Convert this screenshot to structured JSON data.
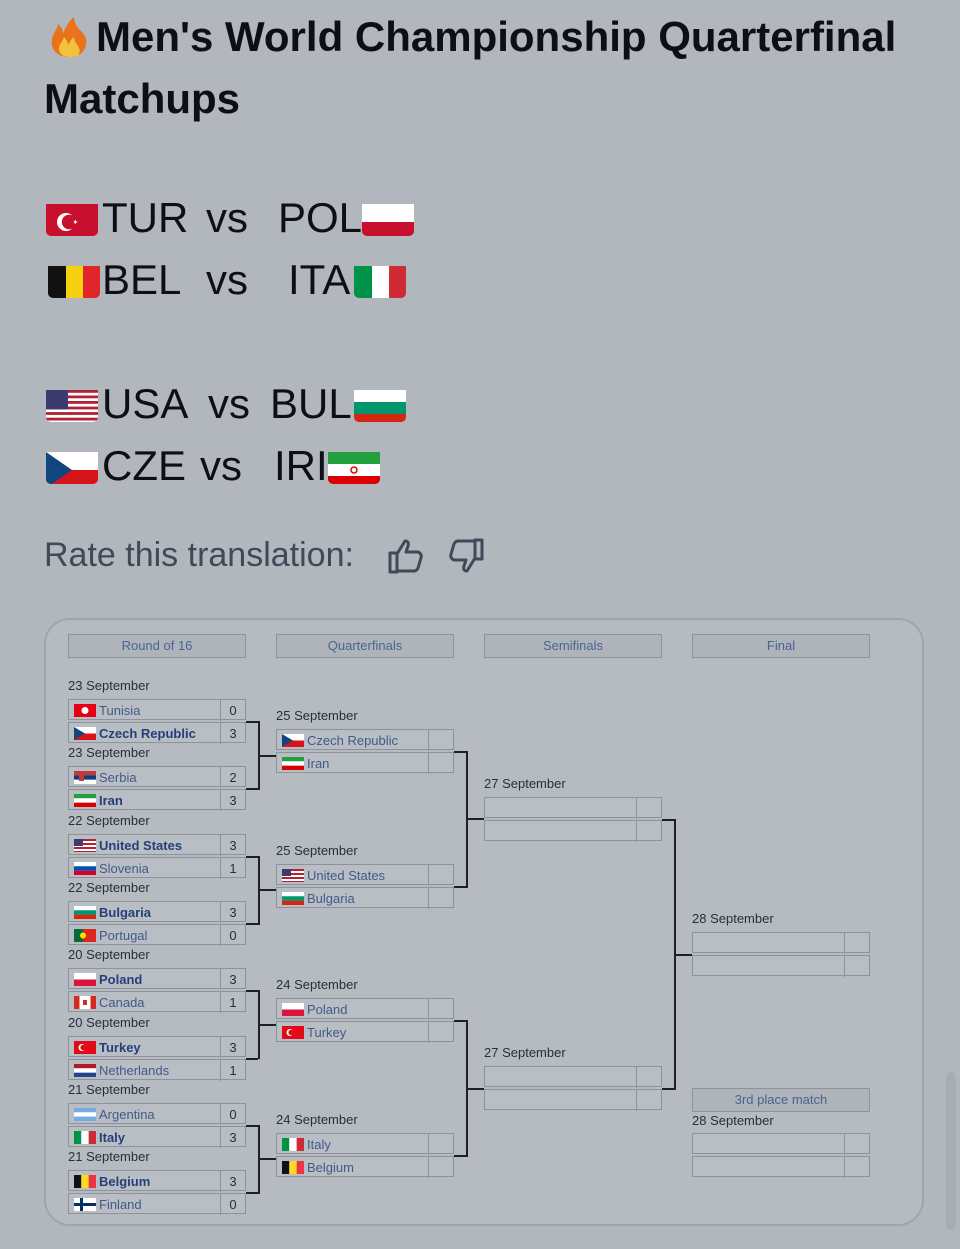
{
  "post": {
    "title": "Men's World Championship Quarterfinal Matchups",
    "matchups": [
      {
        "left": "TUR",
        "vs": "vs",
        "right": "POL"
      },
      {
        "left": "BEL",
        "vs": "vs",
        "right": "ITA"
      },
      {
        "left": "USA",
        "vs": "vs",
        "right": "BUL"
      },
      {
        "left": "CZE",
        "vs": "vs",
        "right": "IRI"
      }
    ],
    "rate_label": "Rate this translation:"
  },
  "bracket": {
    "headers": {
      "r16": "Round of 16",
      "qf": "Quarterfinals",
      "sf": "Semifinals",
      "final": "Final"
    },
    "r16": [
      {
        "date": "23 September",
        "team1": {
          "name": "Tunisia",
          "score": "0"
        },
        "team2": {
          "name": "Czech Republic",
          "score": "3"
        }
      },
      {
        "date": "23 September",
        "team1": {
          "name": "Serbia",
          "score": "2"
        },
        "team2": {
          "name": "Iran",
          "score": "3"
        }
      },
      {
        "date": "22 September",
        "team1": {
          "name": "United States",
          "score": "3"
        },
        "team2": {
          "name": "Slovenia",
          "score": "1"
        }
      },
      {
        "date": "22 September",
        "team1": {
          "name": "Bulgaria",
          "score": "3"
        },
        "team2": {
          "name": "Portugal",
          "score": "0"
        }
      },
      {
        "date": "20 September",
        "team1": {
          "name": "Poland",
          "score": "3"
        },
        "team2": {
          "name": "Canada",
          "score": "1"
        }
      },
      {
        "date": "20 September",
        "team1": {
          "name": "Turkey",
          "score": "3"
        },
        "team2": {
          "name": "Netherlands",
          "score": "1"
        }
      },
      {
        "date": "21 September",
        "team1": {
          "name": "Argentina",
          "score": "0"
        },
        "team2": {
          "name": "Italy",
          "score": "3"
        }
      },
      {
        "date": "21 September",
        "team1": {
          "name": "Belgium",
          "score": "3"
        },
        "team2": {
          "name": "Finland",
          "score": "0"
        }
      }
    ],
    "qf": [
      {
        "date": "25 September",
        "team1": "Czech Republic",
        "team2": "Iran"
      },
      {
        "date": "25 September",
        "team1": "United States",
        "team2": "Bulgaria"
      },
      {
        "date": "24 September",
        "team1": "Poland",
        "team2": "Turkey"
      },
      {
        "date": "24 September",
        "team1": "Italy",
        "team2": "Belgium"
      }
    ],
    "sf": [
      {
        "date": "27 September"
      },
      {
        "date": "27 September"
      }
    ],
    "final": {
      "date": "28 September"
    },
    "third": {
      "label": "3rd place match",
      "date": "28 September"
    }
  },
  "colors": {
    "background": "#b2b7bd",
    "link": "#42598a",
    "text": "#0c0f13"
  }
}
